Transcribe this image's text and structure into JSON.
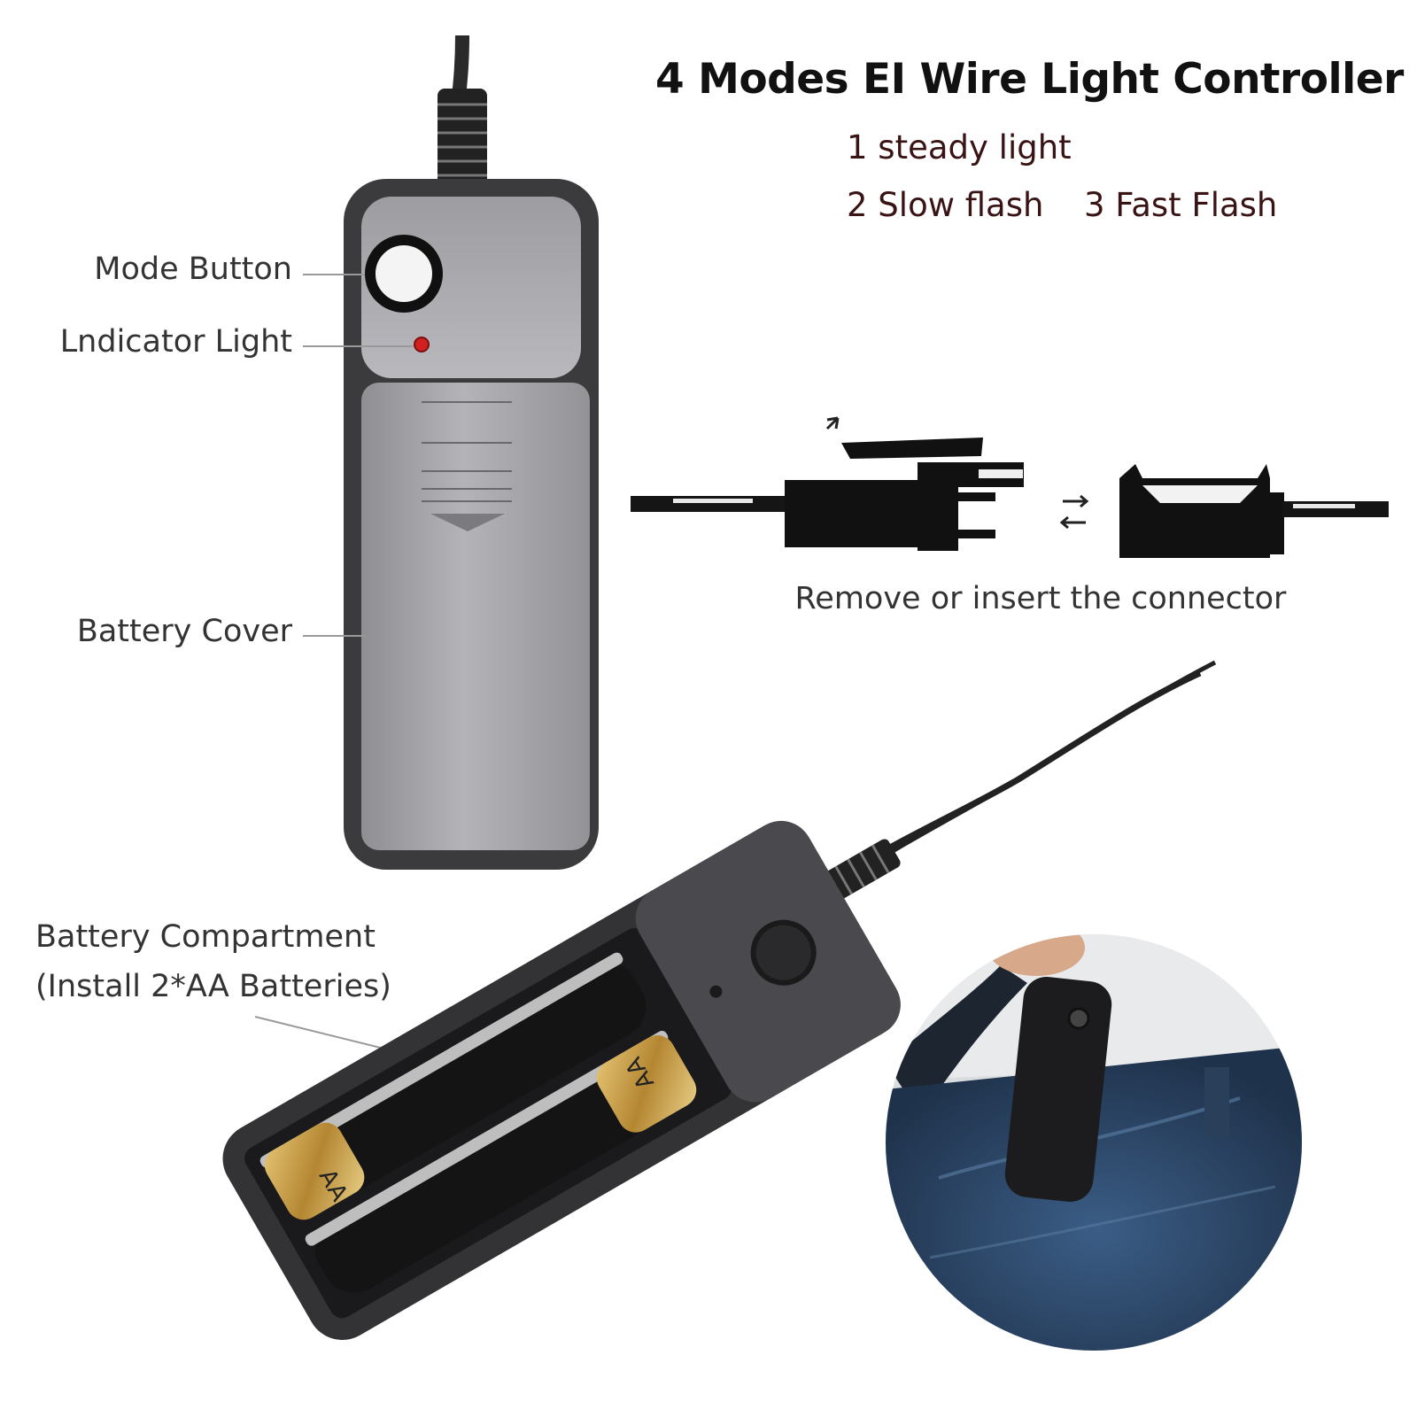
{
  "title": "4 Modes EI Wire Light Controller",
  "modes": {
    "line1": "1 steady light",
    "line2a": "2 Slow flash",
    "line2b": "3 Fast Flash"
  },
  "labels": {
    "mode_button": "Mode Button",
    "indicator_light": "Lndicator Light",
    "battery_cover": "Battery Cover",
    "battery_compartment_1": "Battery Compartment",
    "battery_compartment_2": "(Install 2*AA Batteries)"
  },
  "connector_caption": "Remove or insert the connector",
  "battery_marking": "AA",
  "colors": {
    "housing": "#3d3d40",
    "cover": "#a2a2a6",
    "gold": "#c9a04a",
    "indicator": "#d02020",
    "denim": "#2b4666"
  }
}
